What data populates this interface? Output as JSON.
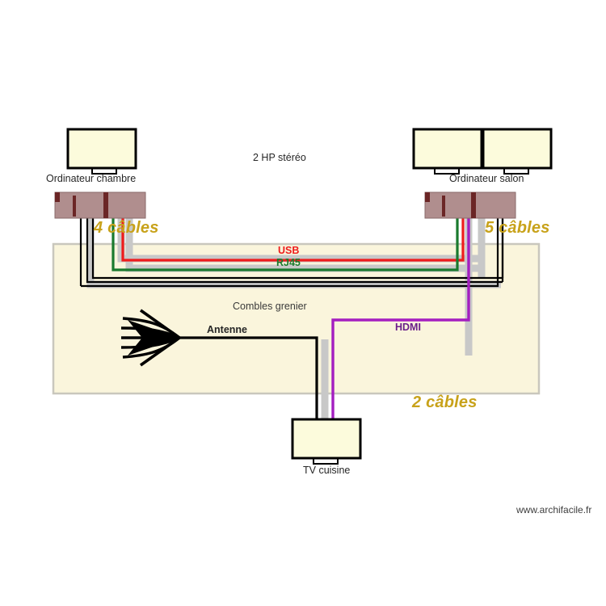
{
  "page": {
    "background": "#ffffff",
    "watermark": "www.archifacile.fr"
  },
  "palette": {
    "room_fill": "#faf5dc",
    "room_border": "#c9c7bd",
    "screen_fill": "#fcfbdc",
    "screen_border": "#000000",
    "furniture_fill": "#b08e8e",
    "furniture_detail": "#6b2626",
    "cable_usb": "#ee1c1c",
    "cable_rj45": "#1a7a2e",
    "cable_hdmi": "#a41ec0",
    "cable_black": "#000000",
    "cable_shadow": "#c8c8c8",
    "count_text": "#c8a21a",
    "label_text": "#2b2b2b"
  },
  "rooms": [
    {
      "name": "Combles grenier",
      "label": "Combles grenier"
    }
  ],
  "devices": [
    {
      "id": "screen-left",
      "label": "Ordinateur chambre",
      "type": "monitor"
    },
    {
      "id": "screen-right-1",
      "label": "",
      "type": "monitor"
    },
    {
      "id": "screen-right-2",
      "label": "Ordinateur salon",
      "type": "monitor"
    },
    {
      "id": "screen-tv-kitchen",
      "label": "TV cuisine",
      "type": "monitor"
    },
    {
      "id": "desk-left",
      "label": "",
      "type": "desk"
    },
    {
      "id": "desk-right",
      "label": "",
      "type": "desk"
    }
  ],
  "annotations": {
    "speakers": "2 HP stéréo",
    "antenna": "Antenne",
    "usb": "USB",
    "rj45": "RJ45",
    "hdmi": "HDMI",
    "count_left": "4 câbles",
    "count_right": "5 câbles",
    "count_bottom": "2 câbles"
  },
  "cable_bundles": [
    {
      "name": "left-bundle",
      "count": 4,
      "label": "4 câbles",
      "types": [
        "USB",
        "RJ45",
        "HP",
        "HP"
      ]
    },
    {
      "name": "right-bundle",
      "count": 5,
      "label": "5 câbles",
      "types": [
        "USB",
        "RJ45",
        "HDMI",
        "HP",
        "HP"
      ]
    },
    {
      "name": "bottom-bundle",
      "count": 2,
      "label": "2 câbles",
      "types": [
        "Antenne",
        "HDMI"
      ]
    }
  ]
}
